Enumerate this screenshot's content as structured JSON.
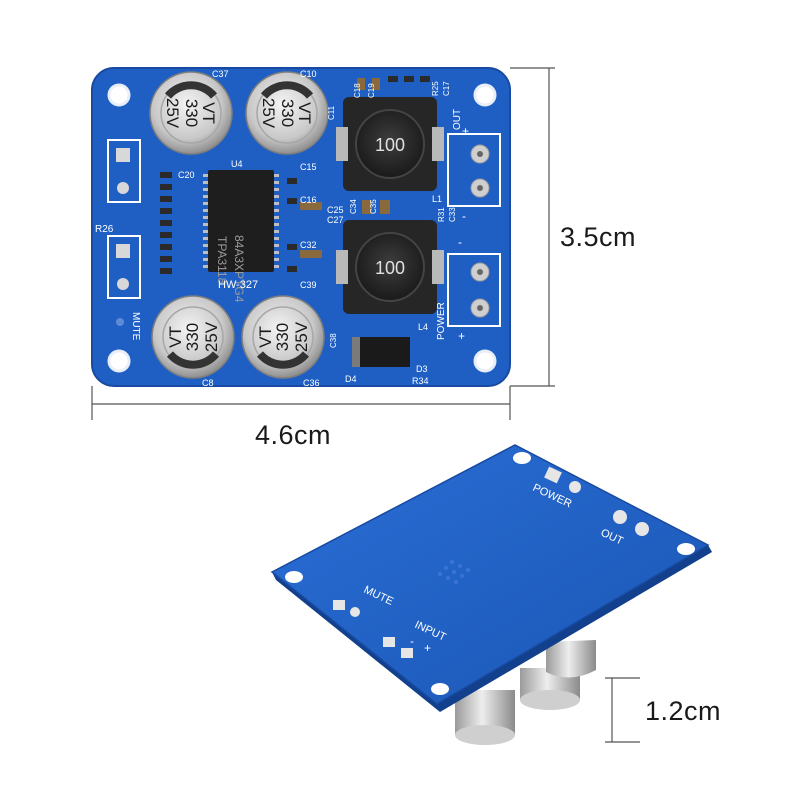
{
  "dimensions": {
    "width": "4.6cm",
    "height": "3.5cm",
    "thickness": "1.2cm"
  },
  "board": {
    "model": "HW-327",
    "chip_line1": "84A3XPTG4",
    "chip_line2": "TPA3118",
    "chip_ref": "U4",
    "inductor_value": "100",
    "inductor_value_2": "100",
    "inductor_ref_1": "L1",
    "inductor_ref_2": "L4",
    "diode_ref": "D3",
    "diode_ref_2": "D4",
    "cap_value": "330",
    "cap_voltage": "25V",
    "cap_series": "VT",
    "cap_refs": {
      "tl": "C37",
      "tr": "C10",
      "bl": "C8",
      "br": "C36"
    },
    "labels": {
      "mute": "MUTE",
      "power": "POWER",
      "out": "OUT",
      "input": "INPUT",
      "plus": "+",
      "minus": "-"
    },
    "component_refs": {
      "r26": "R26",
      "r25": "R25",
      "c17": "C17",
      "c18": "C18",
      "c19": "C19",
      "c11": "C11",
      "c15": "C15",
      "c16": "C16",
      "c25": "C25",
      "c27": "C27",
      "c34": "C34",
      "c35": "C35",
      "c32": "C32",
      "c39": "C39",
      "c38": "C38",
      "c33": "C33",
      "r31": "R31",
      "r34": "R34",
      "c20": "C20"
    }
  },
  "colors": {
    "pcb_blue": "#1f5fc4",
    "pcb_blue_dark": "#174aa0",
    "silkscreen": "#ffffff",
    "capacitor_body": "#c9c9c9",
    "capacitor_sleeve": "#2a2a2a",
    "inductor": "#2b2b2b",
    "terminal_gray": "#cfcfcf",
    "dimension_line": "#555555"
  }
}
